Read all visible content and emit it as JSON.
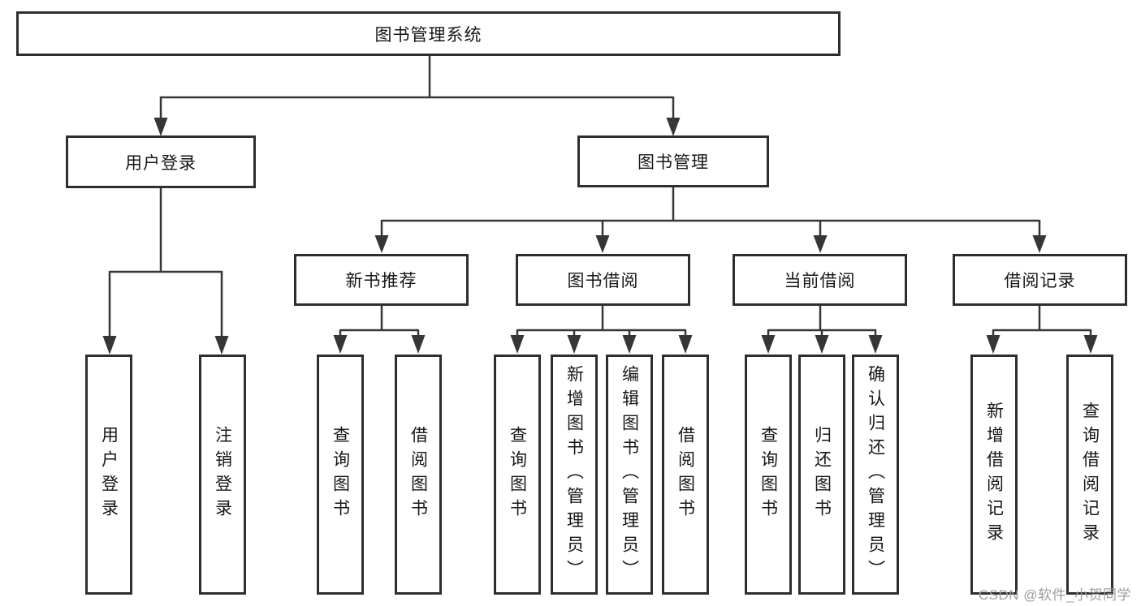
{
  "diagram": {
    "type": "hierarchy-tree",
    "root": {
      "label": "图书管理系统",
      "children": [
        {
          "label": "用户登录",
          "children": [
            {
              "label": "用户登录"
            },
            {
              "label": "注销登录"
            }
          ]
        },
        {
          "label": "图书管理",
          "children": [
            {
              "label": "新书推荐",
              "children": [
                {
                  "label": "查询图书"
                },
                {
                  "label": "借阅图书"
                }
              ]
            },
            {
              "label": "图书借阅",
              "children": [
                {
                  "label": "查询图书"
                },
                {
                  "label": "新增图书（管理员）"
                },
                {
                  "label": "编辑图书（管理员）"
                },
                {
                  "label": "借阅图书"
                }
              ]
            },
            {
              "label": "当前借阅",
              "children": [
                {
                  "label": "查询图书"
                },
                {
                  "label": "归还图书"
                },
                {
                  "label": "确认归还（管理员）"
                }
              ]
            },
            {
              "label": "借阅记录",
              "children": [
                {
                  "label": "新增借阅记录"
                },
                {
                  "label": "查询借阅记录"
                }
              ]
            }
          ]
        }
      ]
    },
    "colors": {
      "line": "#363636",
      "box_border": "#2e2e2e",
      "text": "#161616",
      "background": "#ffffff",
      "watermark_text": "#9d9d9d"
    }
  },
  "watermark": {
    "text": "CSDN @软件_小贺同学"
  }
}
